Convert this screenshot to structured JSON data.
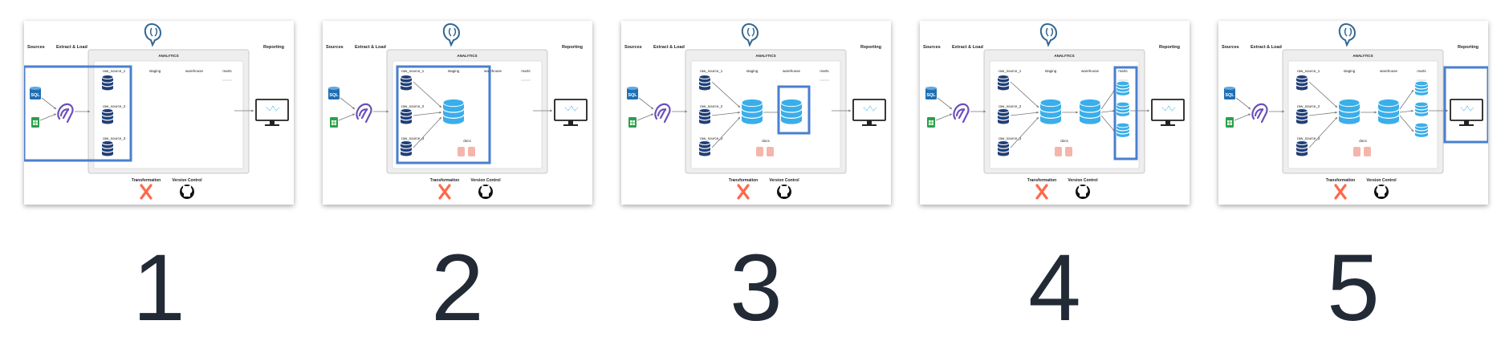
{
  "colors": {
    "highlight": "#4a7fcf",
    "db_dark": "#1f3f78",
    "db_light": "#3aaee9",
    "sql_icon": "#1f6fb3",
    "sheets_icon": "#2aa04a",
    "airbyte": "#6b4fbb",
    "docs": "#f4b6ab",
    "dbt": "#ff694a",
    "github": "#111111",
    "postgres": "#336791",
    "number": "#222a36"
  },
  "labels": {
    "sources": "Sources",
    "extract_load": "Extract & Load",
    "analytics": "ANALYTICS",
    "reporting": "Reporting",
    "raw_source_1": "raw_source_1",
    "raw_source_2": "raw_source_2",
    "raw_source_3": "raw_source_3",
    "staging": "staging",
    "warehouse": "warehouse",
    "marts": "marts",
    "docs": "docs",
    "transformation": "Transformation",
    "version_control": "Version Control",
    "sql": "SQL"
  },
  "steps": [
    {
      "number": "1",
      "highlight": "extract_load",
      "show_staging_db": false,
      "show_warehouse_db": false,
      "show_marts_db": false
    },
    {
      "number": "2",
      "highlight": "staging",
      "show_staging_db": true,
      "show_warehouse_db": false,
      "show_marts_db": false
    },
    {
      "number": "3",
      "highlight": "warehouse",
      "show_staging_db": true,
      "show_warehouse_db": true,
      "show_marts_db": false
    },
    {
      "number": "4",
      "highlight": "marts",
      "show_staging_db": true,
      "show_warehouse_db": true,
      "show_marts_db": true
    },
    {
      "number": "5",
      "highlight": "reporting",
      "show_staging_db": true,
      "show_warehouse_db": true,
      "show_marts_db": true
    }
  ]
}
